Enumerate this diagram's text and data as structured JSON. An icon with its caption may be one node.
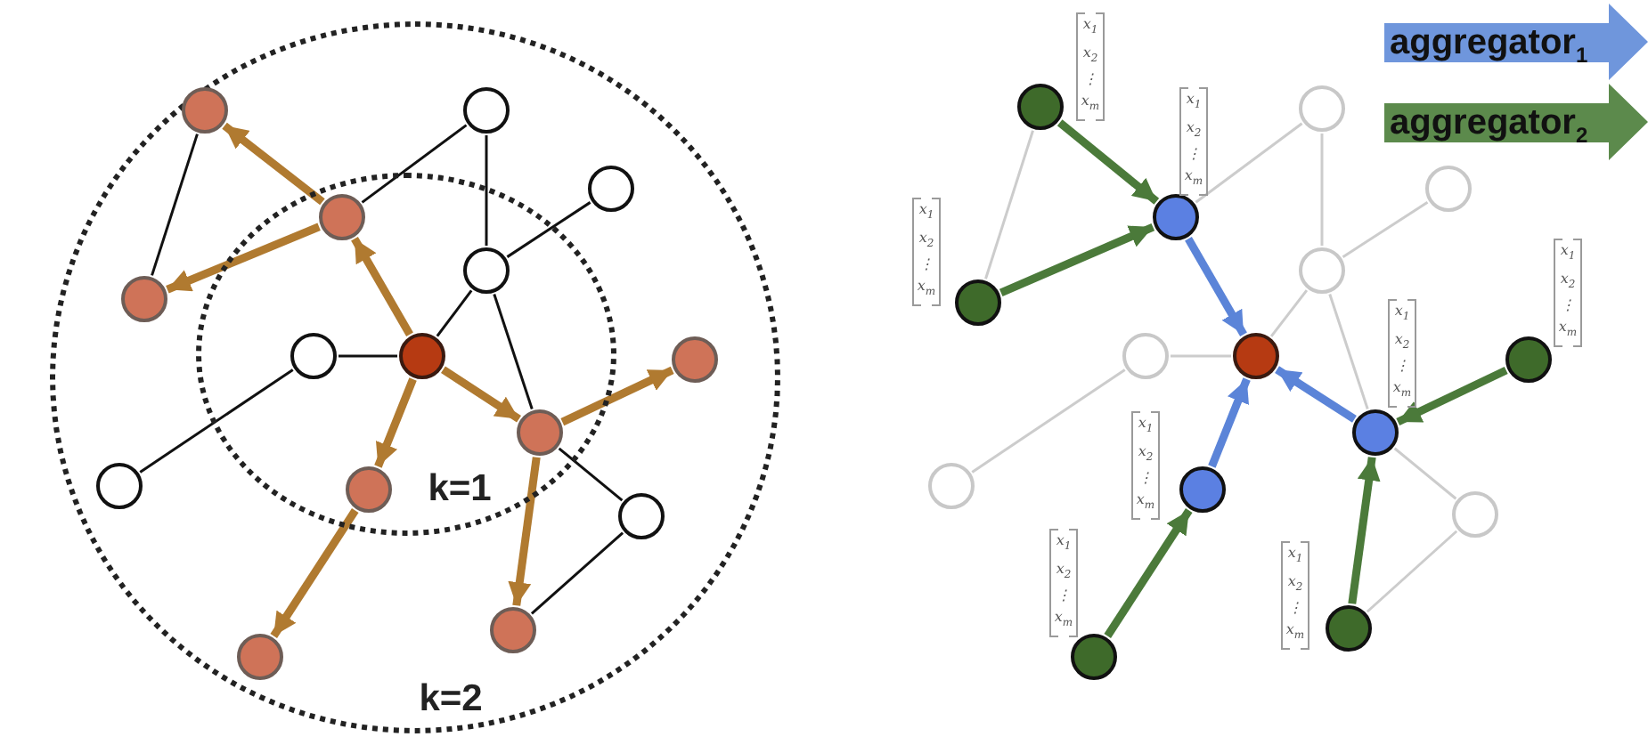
{
  "diagram": {
    "nodes": [
      {
        "text": [
          "k=2"
        ]
      },
      {
        "text": [
          "k=1"
        ],
        "in": 0
      },
      {
        "text": [],
        "shape": "circle",
        "in": 0
      },
      {
        "text": [],
        "shape": "circle",
        "in": 0
      },
      {
        "text": [],
        "shape": "circle",
        "in": 0
      },
      {
        "text": [],
        "shape": "circle",
        "in": 1
      },
      {
        "text": [],
        "shape": "circle",
        "in": 1
      },
      {
        "text": [],
        "shape": "circle",
        "in": 0
      },
      {
        "text": [],
        "shape": "circle",
        "in": 1
      },
      {
        "text": [],
        "shape": "circle",
        "in": 1
      },
      {
        "text": [],
        "shape": "circle",
        "in": 0
      },
      {
        "text": [],
        "shape": "circle",
        "in": 1
      },
      {
        "text": [],
        "shape": "circle",
        "in": 0
      },
      {
        "text": [],
        "shape": "circle",
        "in": 1
      },
      {
        "text": [],
        "shape": "circle",
        "in": 0
      },
      {
        "text": [],
        "shape": "circle",
        "in": 0
      },
      {
        "text": [],
        "shape": "circle",
        "in": 0
      },
      {
        "text": [],
        "shape": "circle",
        "beside": [
          "x$_{1}$",
          "x$_{2}$",
          "⋮",
          "x$_{m}$"
        ]
      },
      {
        "text": [],
        "shape": "circle"
      },
      {
        "text": [],
        "shape": "circle"
      },
      {
        "text": [],
        "shape": "circle",
        "beside": [
          "x$_{1}$",
          "x$_{2}$",
          "⋮",
          "x$_{m}$"
        ]
      },
      {
        "text": [],
        "shape": "circle"
      },
      {
        "text": [],
        "shape": "circle",
        "beside": [
          "x$_{1}$",
          "x$_{2}$",
          "⋮",
          "x$_{m}$"
        ]
      },
      {
        "text": [],
        "shape": "circle"
      },
      {
        "text": [],
        "shape": "circle"
      },
      {
        "text": [],
        "shape": "circle",
        "beside": [
          "x$_{1}$",
          "x$_{2}$",
          "⋮",
          "x$_{m}$"
        ]
      },
      {
        "text": [],
        "shape": "circle",
        "beside": [
          "x$_{1}$",
          "x$_{2}$",
          "⋮",
          "x$_{m}$"
        ]
      },
      {
        "text": [],
        "shape": "circle"
      },
      {
        "text": [],
        "shape": "circle",
        "beside": [
          "x$_{1}$",
          "x$_{2}$",
          "⋮",
          "x$_{m}$"
        ]
      },
      {
        "text": [],
        "shape": "circle"
      },
      {
        "text": [],
        "shape": "circle",
        "beside": [
          "x$_{1}$",
          "x$_{2}$",
          "⋮",
          "x$_{m}$"
        ]
      },
      {
        "text": [],
        "shape": "circle",
        "beside": [
          "x$_{1}$",
          "x$_{2}$",
          "⋮",
          "x$_{m}$"
        ]
      }
    ],
    "edges": [
      {
        "from": 2,
        "to": 7,
        "arrow": "none"
      },
      {
        "from": 5,
        "to": 3,
        "arrow": "none"
      },
      {
        "from": 3,
        "to": 6,
        "arrow": "none"
      },
      {
        "from": 6,
        "to": 4,
        "arrow": "none"
      },
      {
        "from": 6,
        "to": 9,
        "arrow": "none"
      },
      {
        "from": 6,
        "to": 11,
        "arrow": "none"
      },
      {
        "from": 9,
        "to": 8,
        "arrow": "none"
      },
      {
        "from": 8,
        "to": 12,
        "arrow": "none"
      },
      {
        "from": 11,
        "to": 14,
        "arrow": "none"
      },
      {
        "from": 14,
        "to": 15,
        "arrow": "none"
      },
      {
        "from": 9,
        "to": 5,
        "arrow": "to",
        "style": "thick",
        "color": "#b07a30"
      },
      {
        "from": 5,
        "to": 2,
        "arrow": "to",
        "style": "thick",
        "color": "#b07a30"
      },
      {
        "from": 5,
        "to": 7,
        "arrow": "to",
        "style": "thick",
        "color": "#b07a30"
      },
      {
        "from": 9,
        "to": 11,
        "arrow": "to",
        "style": "thick",
        "color": "#b07a30"
      },
      {
        "from": 11,
        "to": 10,
        "arrow": "to",
        "style": "thick",
        "color": "#b07a30"
      },
      {
        "from": 11,
        "to": 15,
        "arrow": "to",
        "style": "thick",
        "color": "#b07a30"
      },
      {
        "from": 9,
        "to": 13,
        "arrow": "to",
        "style": "thick",
        "color": "#b07a30"
      },
      {
        "from": 13,
        "to": 16,
        "arrow": "to",
        "style": "thick",
        "color": "#b07a30"
      },
      {
        "from": 17,
        "to": 22,
        "arrow": "none",
        "color": "#cccccc"
      },
      {
        "from": 20,
        "to": 18,
        "arrow": "none",
        "color": "#cccccc"
      },
      {
        "from": 18,
        "to": 21,
        "arrow": "none",
        "color": "#cccccc"
      },
      {
        "from": 21,
        "to": 19,
        "arrow": "none",
        "color": "#cccccc"
      },
      {
        "from": 21,
        "to": 24,
        "arrow": "none",
        "color": "#cccccc"
      },
      {
        "from": 21,
        "to": 26,
        "arrow": "none",
        "color": "#cccccc"
      },
      {
        "from": 24,
        "to": 23,
        "arrow": "none",
        "color": "#cccccc"
      },
      {
        "from": 23,
        "to": 27,
        "arrow": "none",
        "color": "#cccccc"
      },
      {
        "from": 26,
        "to": 29,
        "arrow": "none",
        "color": "#cccccc"
      },
      {
        "from": 29,
        "to": 30,
        "arrow": "none",
        "color": "#cccccc"
      },
      {
        "from": 17,
        "to": 20,
        "arrow": "to",
        "style": "thick",
        "color": "#4b7a3a"
      },
      {
        "from": 22,
        "to": 20,
        "arrow": "to",
        "style": "thick",
        "color": "#4b7a3a"
      },
      {
        "from": 25,
        "to": 26,
        "arrow": "to",
        "style": "thick",
        "color": "#4b7a3a"
      },
      {
        "from": 30,
        "to": 26,
        "arrow": "to",
        "style": "thick",
        "color": "#4b7a3a"
      },
      {
        "from": 31,
        "to": 28,
        "arrow": "to",
        "style": "thick",
        "color": "#4b7a3a"
      },
      {
        "from": 20,
        "to": 24,
        "arrow": "to",
        "style": "thick",
        "color": "#5b84d8"
      },
      {
        "from": 28,
        "to": 24,
        "arrow": "to",
        "style": "thick",
        "color": "#5b84d8"
      },
      {
        "from": 26,
        "to": 24,
        "arrow": "to",
        "style": "thick",
        "color": "#5b84d8"
      }
    ],
    "legend": [
      {
        "text": "aggregator$_{1}$",
        "color": "#6f96dc"
      },
      {
        "text": "aggregator$_{2}$",
        "color": "#5c8a4c"
      }
    ]
  }
}
